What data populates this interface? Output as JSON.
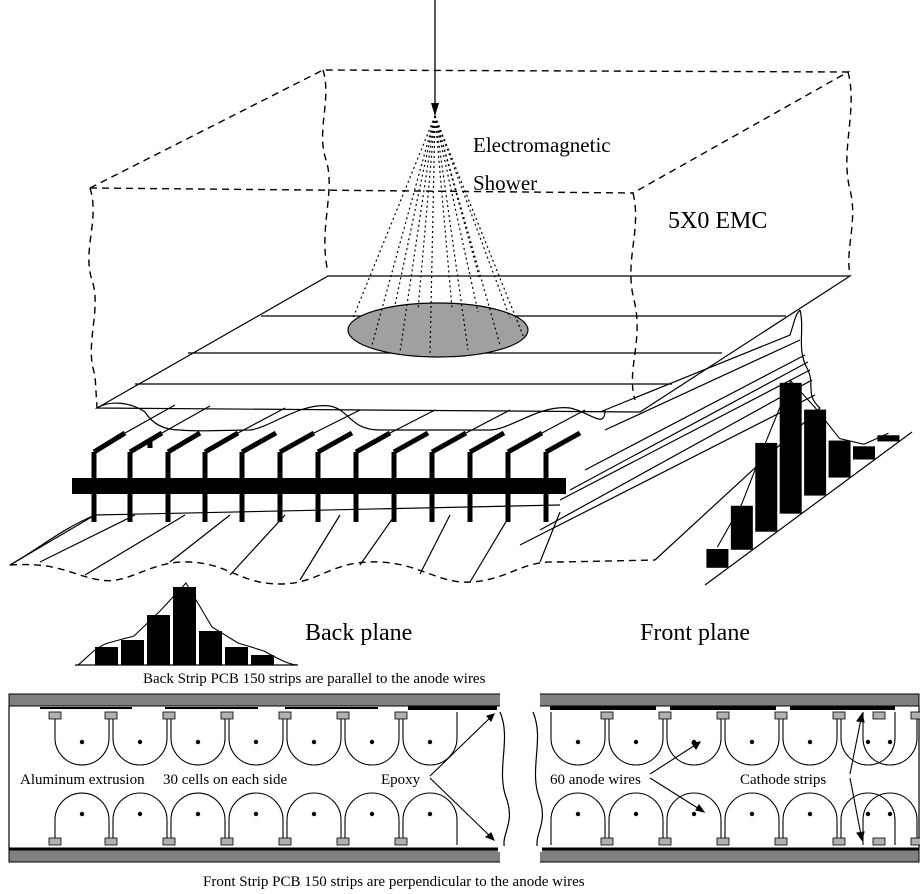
{
  "labels": {
    "shower_line1": "Electromagnetic",
    "shower_line2": "Shower",
    "emc": "5X0 EMC",
    "back_plane": "Back plane",
    "front_plane": "Front plane",
    "back_strip_caption": "Back Strip PCB 150 strips are parallel to the anode wires",
    "front_strip_caption": "Front Strip PCB    150 strips are perpendicular to the anode wires",
    "aluminum": "Aluminum extrusion",
    "cells": "30 cells on each side",
    "epoxy": "Epoxy",
    "anode_wires": "60 anode wires",
    "cathode_strips": "Cathode strips"
  },
  "colors": {
    "ink": "#000000",
    "shower_ellipse": "#a0a0a0",
    "pcb_gray": "#808080",
    "pad_gray": "#b0b0b0"
  },
  "back_histogram": [
    0.18,
    0.25,
    0.5,
    0.78,
    0.34,
    0.18,
    0.1
  ],
  "front_histogram": [
    0.12,
    0.3,
    0.62,
    0.92,
    0.6,
    0.25,
    0.08,
    0.03
  ]
}
